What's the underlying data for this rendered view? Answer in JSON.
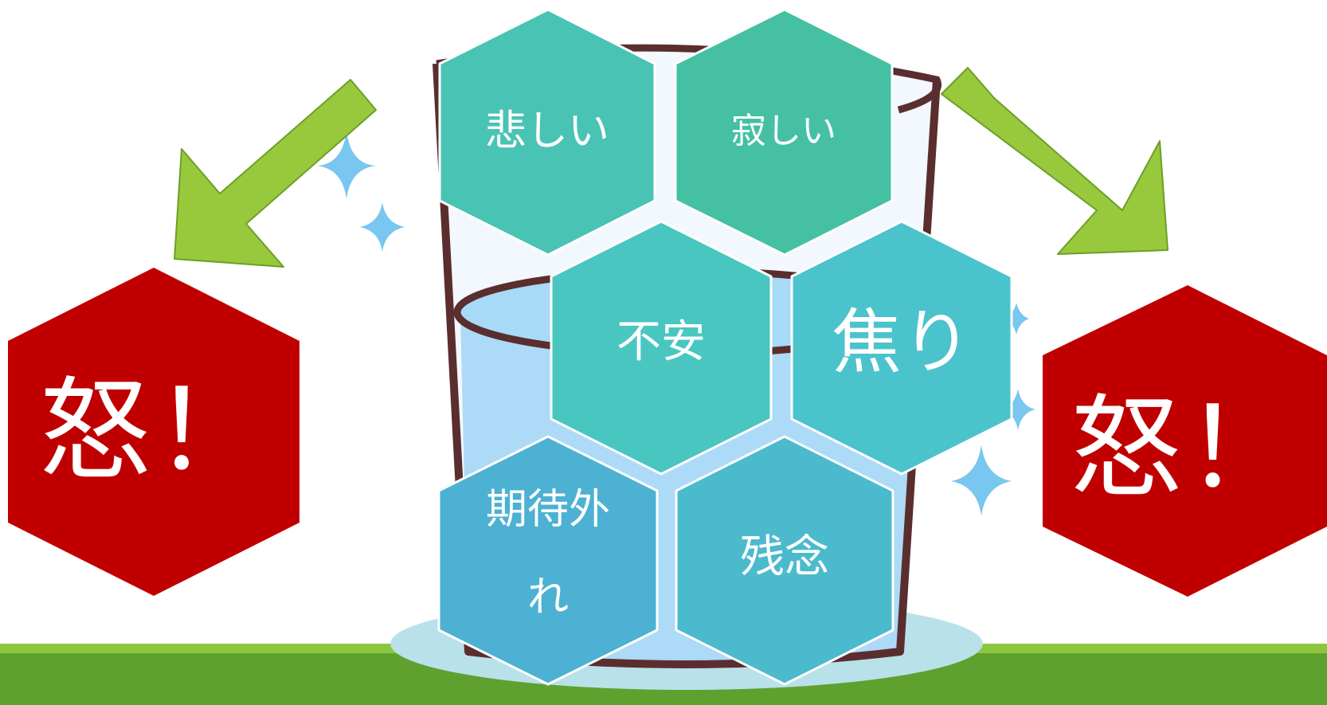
{
  "colors": {
    "teal_1": "#49c3b4",
    "teal_2": "#45c0a3",
    "teal_3": "#4ac6c1",
    "teal_4": "#4bc3cc",
    "blue_1": "#4cb1d2",
    "blue_2": "#4cbacd",
    "anger_red": "#c00000",
    "arrow_green": "#98c93c",
    "ground_green": "#5fa12e",
    "sparkle_blue": "#79c6f0",
    "cup_outline": "#5a2e2e",
    "water_blue": "#8fcdf2"
  },
  "emotions": {
    "sad": "悲しい",
    "lonely": "寂しい",
    "anxiety": "不安",
    "impatience": "焦り",
    "disappointed_line1": "期待外",
    "disappointed_line2": "れ",
    "regret": "残念"
  },
  "anger": {
    "left": "怒！",
    "right": "怒！"
  }
}
